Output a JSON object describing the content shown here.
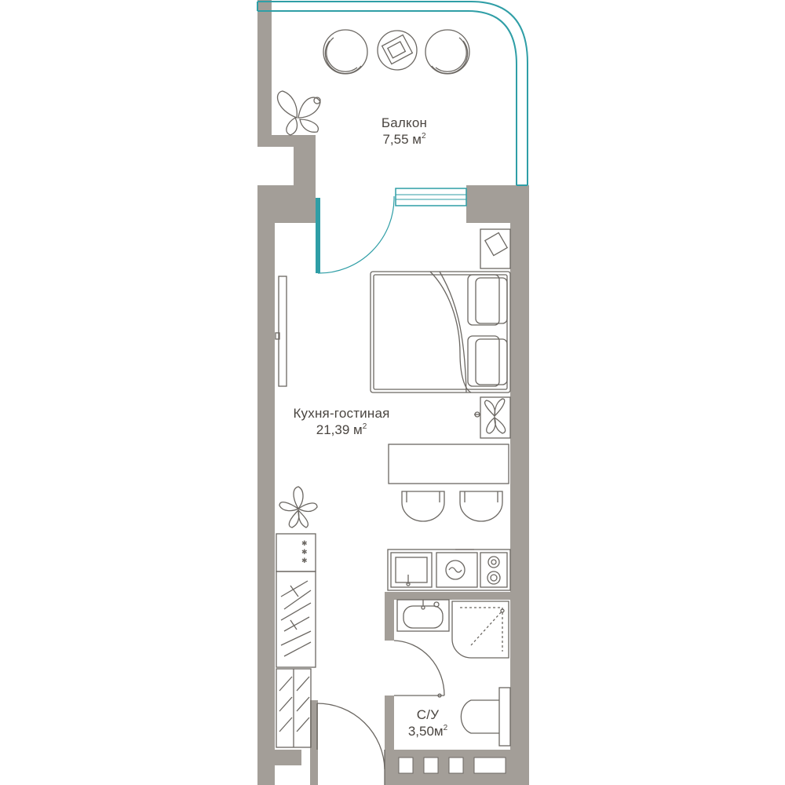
{
  "colors": {
    "wall": "#a39e98",
    "glass": "#2f9ea6",
    "line": "#6b6762",
    "text": "#4a4540",
    "background": "#ffffff"
  },
  "rooms": {
    "balcony": {
      "name": "Балкон",
      "area": "7,55 м",
      "unit_sup": "2"
    },
    "living": {
      "name": "Кухня-гостиная",
      "area": "21,39 м",
      "unit_sup": "2"
    },
    "bathroom": {
      "name": "С/У",
      "area": "3,50м",
      "unit_sup": "2"
    }
  },
  "icons": [
    "armchair-icon",
    "coffee-table-icon",
    "plant-icon",
    "bed-icon",
    "pillow-icon",
    "nightstand-icon",
    "tv-icon",
    "dining-table-icon",
    "chair-icon",
    "stove-icon",
    "washing-machine-icon",
    "sink-icon",
    "wardrobe-icon",
    "washbasin-icon",
    "shower-icon",
    "toilet-icon",
    "door-icon",
    "window-icon"
  ]
}
